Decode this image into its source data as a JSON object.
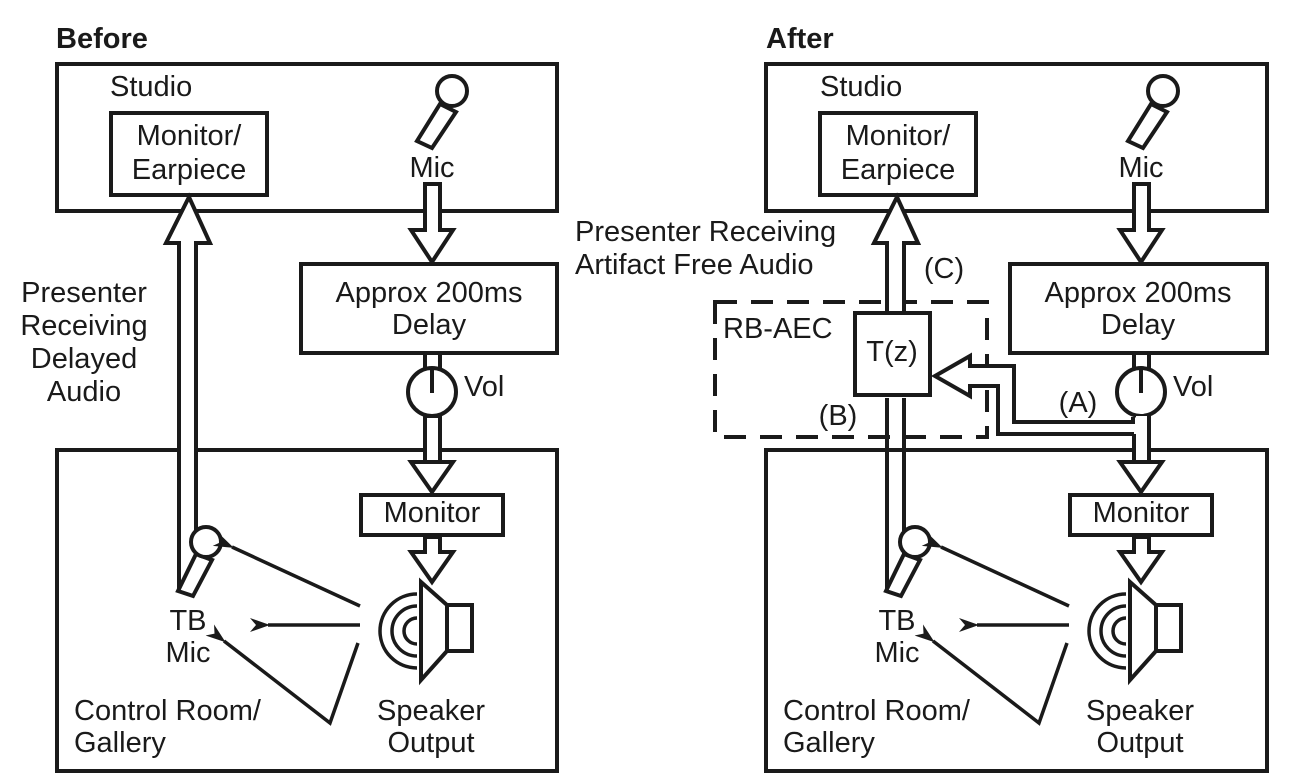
{
  "before": {
    "title": "Before",
    "studio": {
      "label": "Studio",
      "monitor_line1": "Monitor/",
      "monitor_line2": "Earpiece",
      "mic_label": "Mic"
    },
    "delay": {
      "line1": "Approx 200ms",
      "line2": "Delay"
    },
    "vol_label": "Vol",
    "presenter_note": [
      "Presenter",
      "Receiving",
      "Delayed",
      "Audio"
    ],
    "control_room": {
      "monitor_label": "Monitor",
      "tb_mic_line1": "TB",
      "tb_mic_line2": "Mic",
      "room_line1": "Control Room/",
      "room_line2": "Gallery",
      "speaker_line1": "Speaker",
      "speaker_line2": "Output"
    }
  },
  "after": {
    "title": "After",
    "studio": {
      "label": "Studio",
      "monitor_line1": "Monitor/",
      "monitor_line2": "Earpiece",
      "mic_label": "Mic"
    },
    "delay": {
      "line1": "Approx 200ms",
      "line2": "Delay"
    },
    "vol_label": "Vol",
    "presenter_note": [
      "Presenter Receiving",
      "Artifact Free Audio"
    ],
    "rb_aec": {
      "label": "RB-AEC",
      "filter": "T(z)"
    },
    "markers": {
      "a": "(A)",
      "b": "(B)",
      "c": "(C)"
    },
    "control_room": {
      "monitor_label": "Monitor",
      "tb_mic_line1": "TB",
      "tb_mic_line2": "Mic",
      "room_line1": "Control Room/",
      "room_line2": "Gallery",
      "speaker_line1": "Speaker",
      "speaker_line2": "Output"
    }
  }
}
